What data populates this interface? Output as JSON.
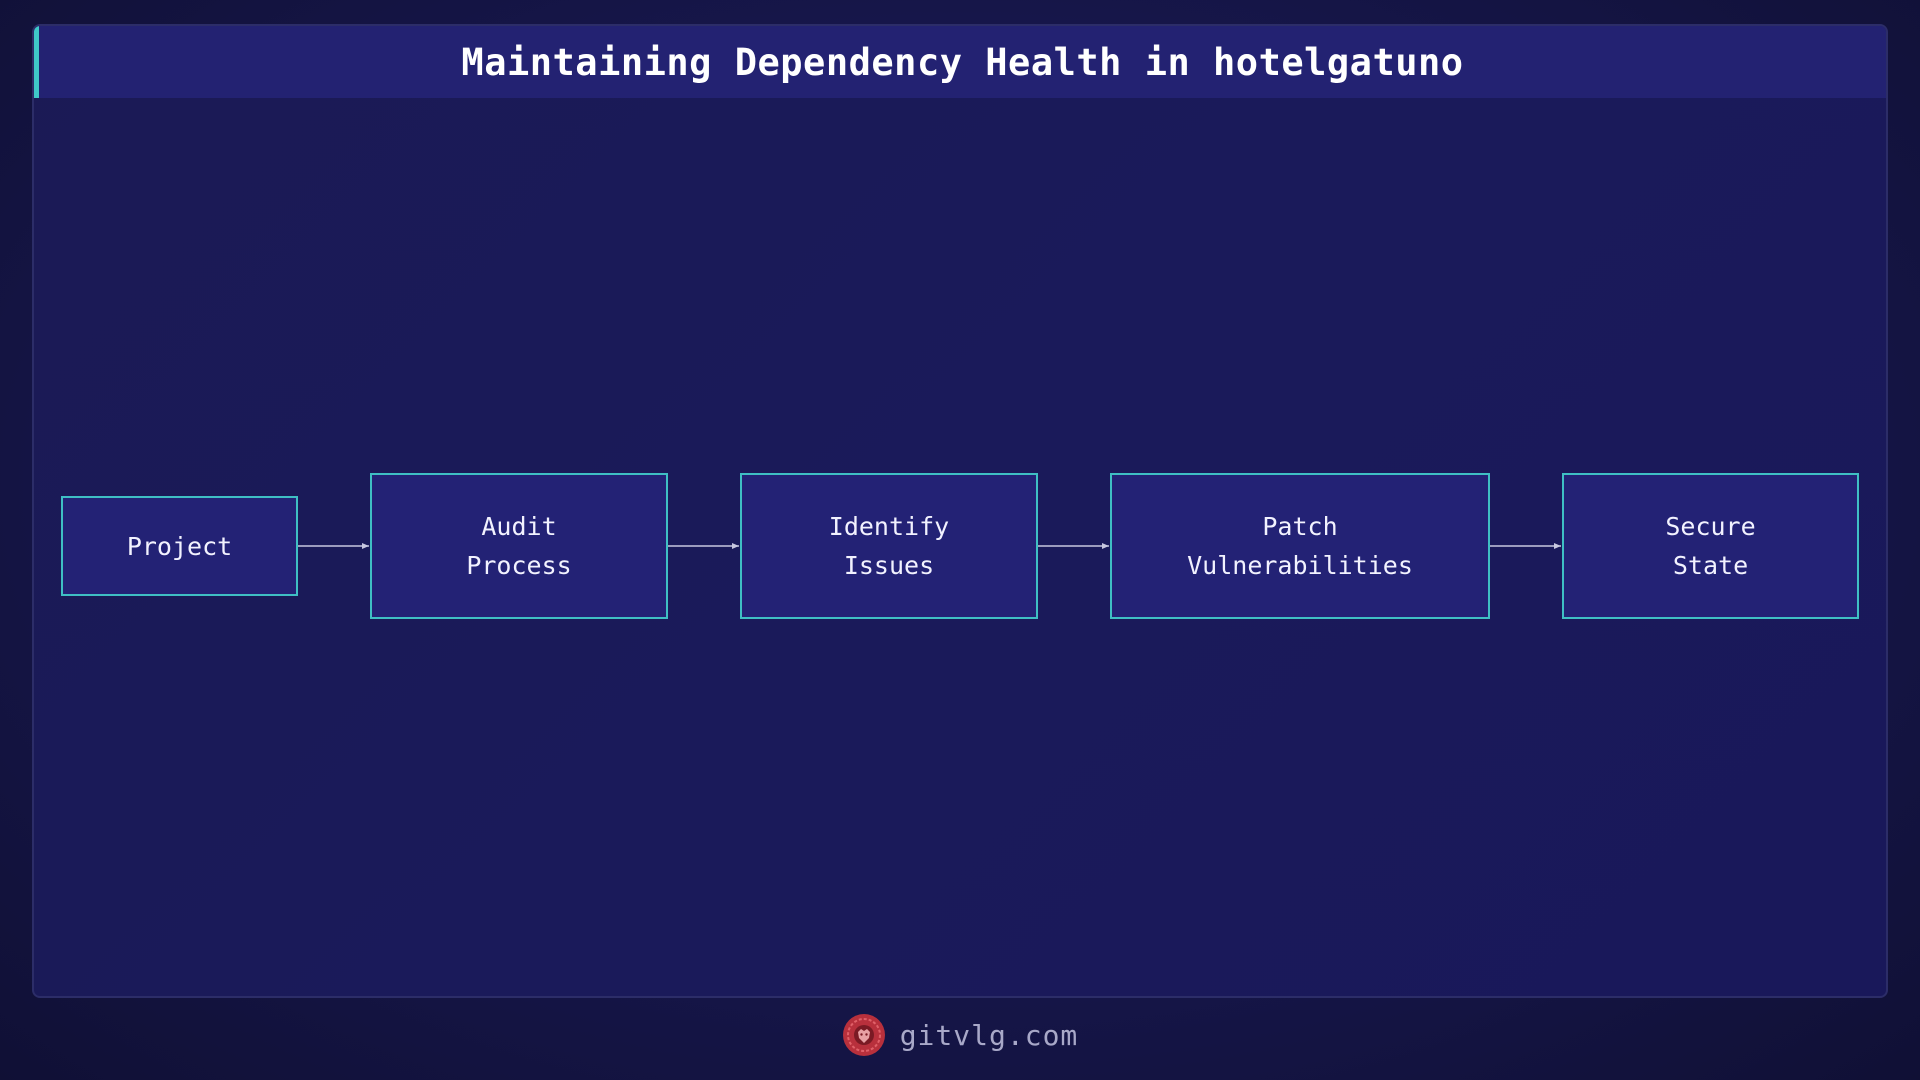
{
  "title": "Maintaining Dependency Health in hotelgatuno",
  "nodes": [
    {
      "id": "project",
      "label": "Project"
    },
    {
      "id": "audit",
      "label": "Audit\nProcess"
    },
    {
      "id": "identify",
      "label": "Identify\nIssues"
    },
    {
      "id": "patch",
      "label": "Patch\nVulnerabilities"
    },
    {
      "id": "secure",
      "label": "Secure\nState"
    }
  ],
  "edges": [
    {
      "from": "project",
      "to": "audit"
    },
    {
      "from": "audit",
      "to": "identify"
    },
    {
      "from": "identify",
      "to": "patch"
    },
    {
      "from": "patch",
      "to": "secure"
    }
  ],
  "footer": {
    "text": "gitvlg.com",
    "logo_icon": "lion-logo-icon"
  },
  "colors": {
    "accent": "#3fc8c8",
    "node_fill": "#232275",
    "arrow": "#c8c8e0",
    "logo": "#c0303a"
  }
}
